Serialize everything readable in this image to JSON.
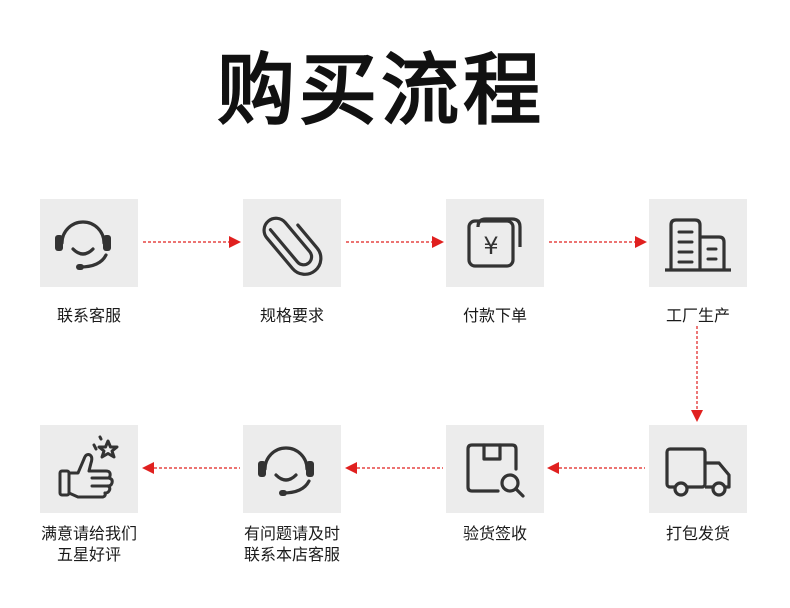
{
  "title": "购买流程",
  "steps": [
    {
      "label": "联系客服",
      "icon": "headset-icon"
    },
    {
      "label": "规格要求",
      "icon": "paperclip-icon"
    },
    {
      "label": "付款下单",
      "icon": "wallet-yen-icon",
      "symbol": "¥"
    },
    {
      "label": "工厂生产",
      "icon": "factory-building-icon"
    },
    {
      "label": "打包发货",
      "icon": "delivery-truck-icon"
    },
    {
      "label": "验货签收",
      "icon": "package-inspect-icon"
    },
    {
      "label": "有问题请及时",
      "label2": "联系本店客服",
      "icon": "headset-icon"
    },
    {
      "label": "满意请给我们",
      "label2": "五星好评",
      "icon": "thumbs-up-star-icon"
    }
  ],
  "colors": {
    "arrow": "#e0201f",
    "box": "#ececec",
    "icon": "#333333"
  }
}
